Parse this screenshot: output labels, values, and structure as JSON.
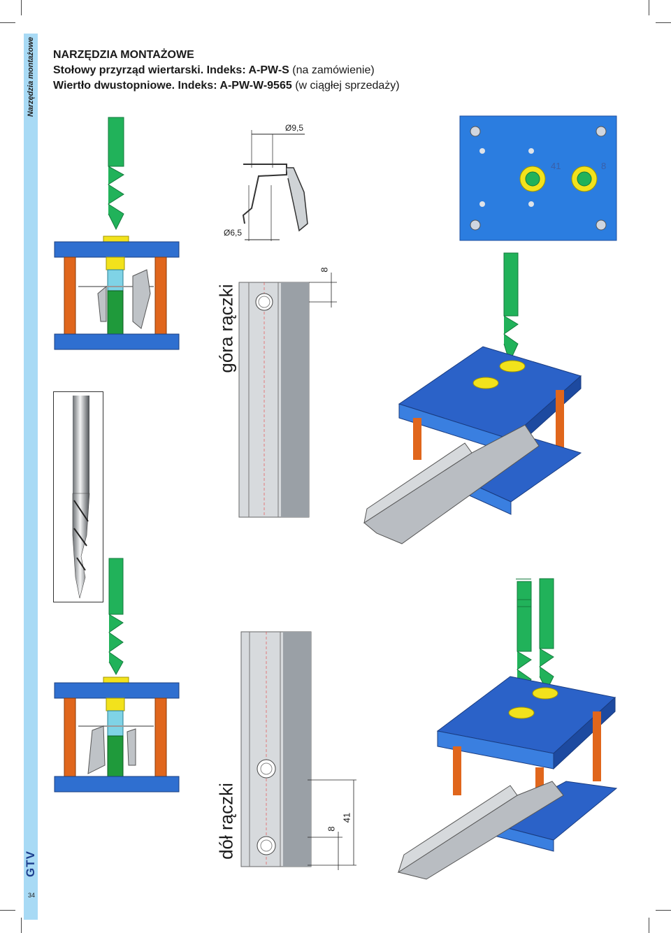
{
  "sidebar": {
    "section_title": "Narzędzia montażowe",
    "logo_text": "GTV",
    "page_number": "34"
  },
  "header": {
    "category": "NARZĘDZIA MONTAŻOWE",
    "line1_bold": "Stołowy przyrząd wiertarski. Indeks: A-PW-S",
    "line1_normal": "(na zamówienie)",
    "line2_bold": "Wiertło dwustopniowe. Indeks: A-PW-W-9565",
    "line2_normal": "(w ciągłej sprzedaży)"
  },
  "profile_drawing": {
    "dim_top": "Ø9,5",
    "dim_bottom": "Ø6,5"
  },
  "plate_view": {
    "label_41": "41",
    "label_8": "8"
  },
  "top_handle": {
    "label": "góra rączki",
    "dim": "8"
  },
  "bottom_handle": {
    "label": "dół rączki",
    "dim_small": "8",
    "dim_large": "41"
  },
  "colors": {
    "sidebar": "#a8daf5",
    "jig_blue": "#2f6fd0",
    "pillar_orange": "#e0661c",
    "drill_green": "#21b25a",
    "bushing_yellow": "#f2e21c",
    "plate_blue": "#2b7de0",
    "profile_grey": "#b9bdc2"
  }
}
